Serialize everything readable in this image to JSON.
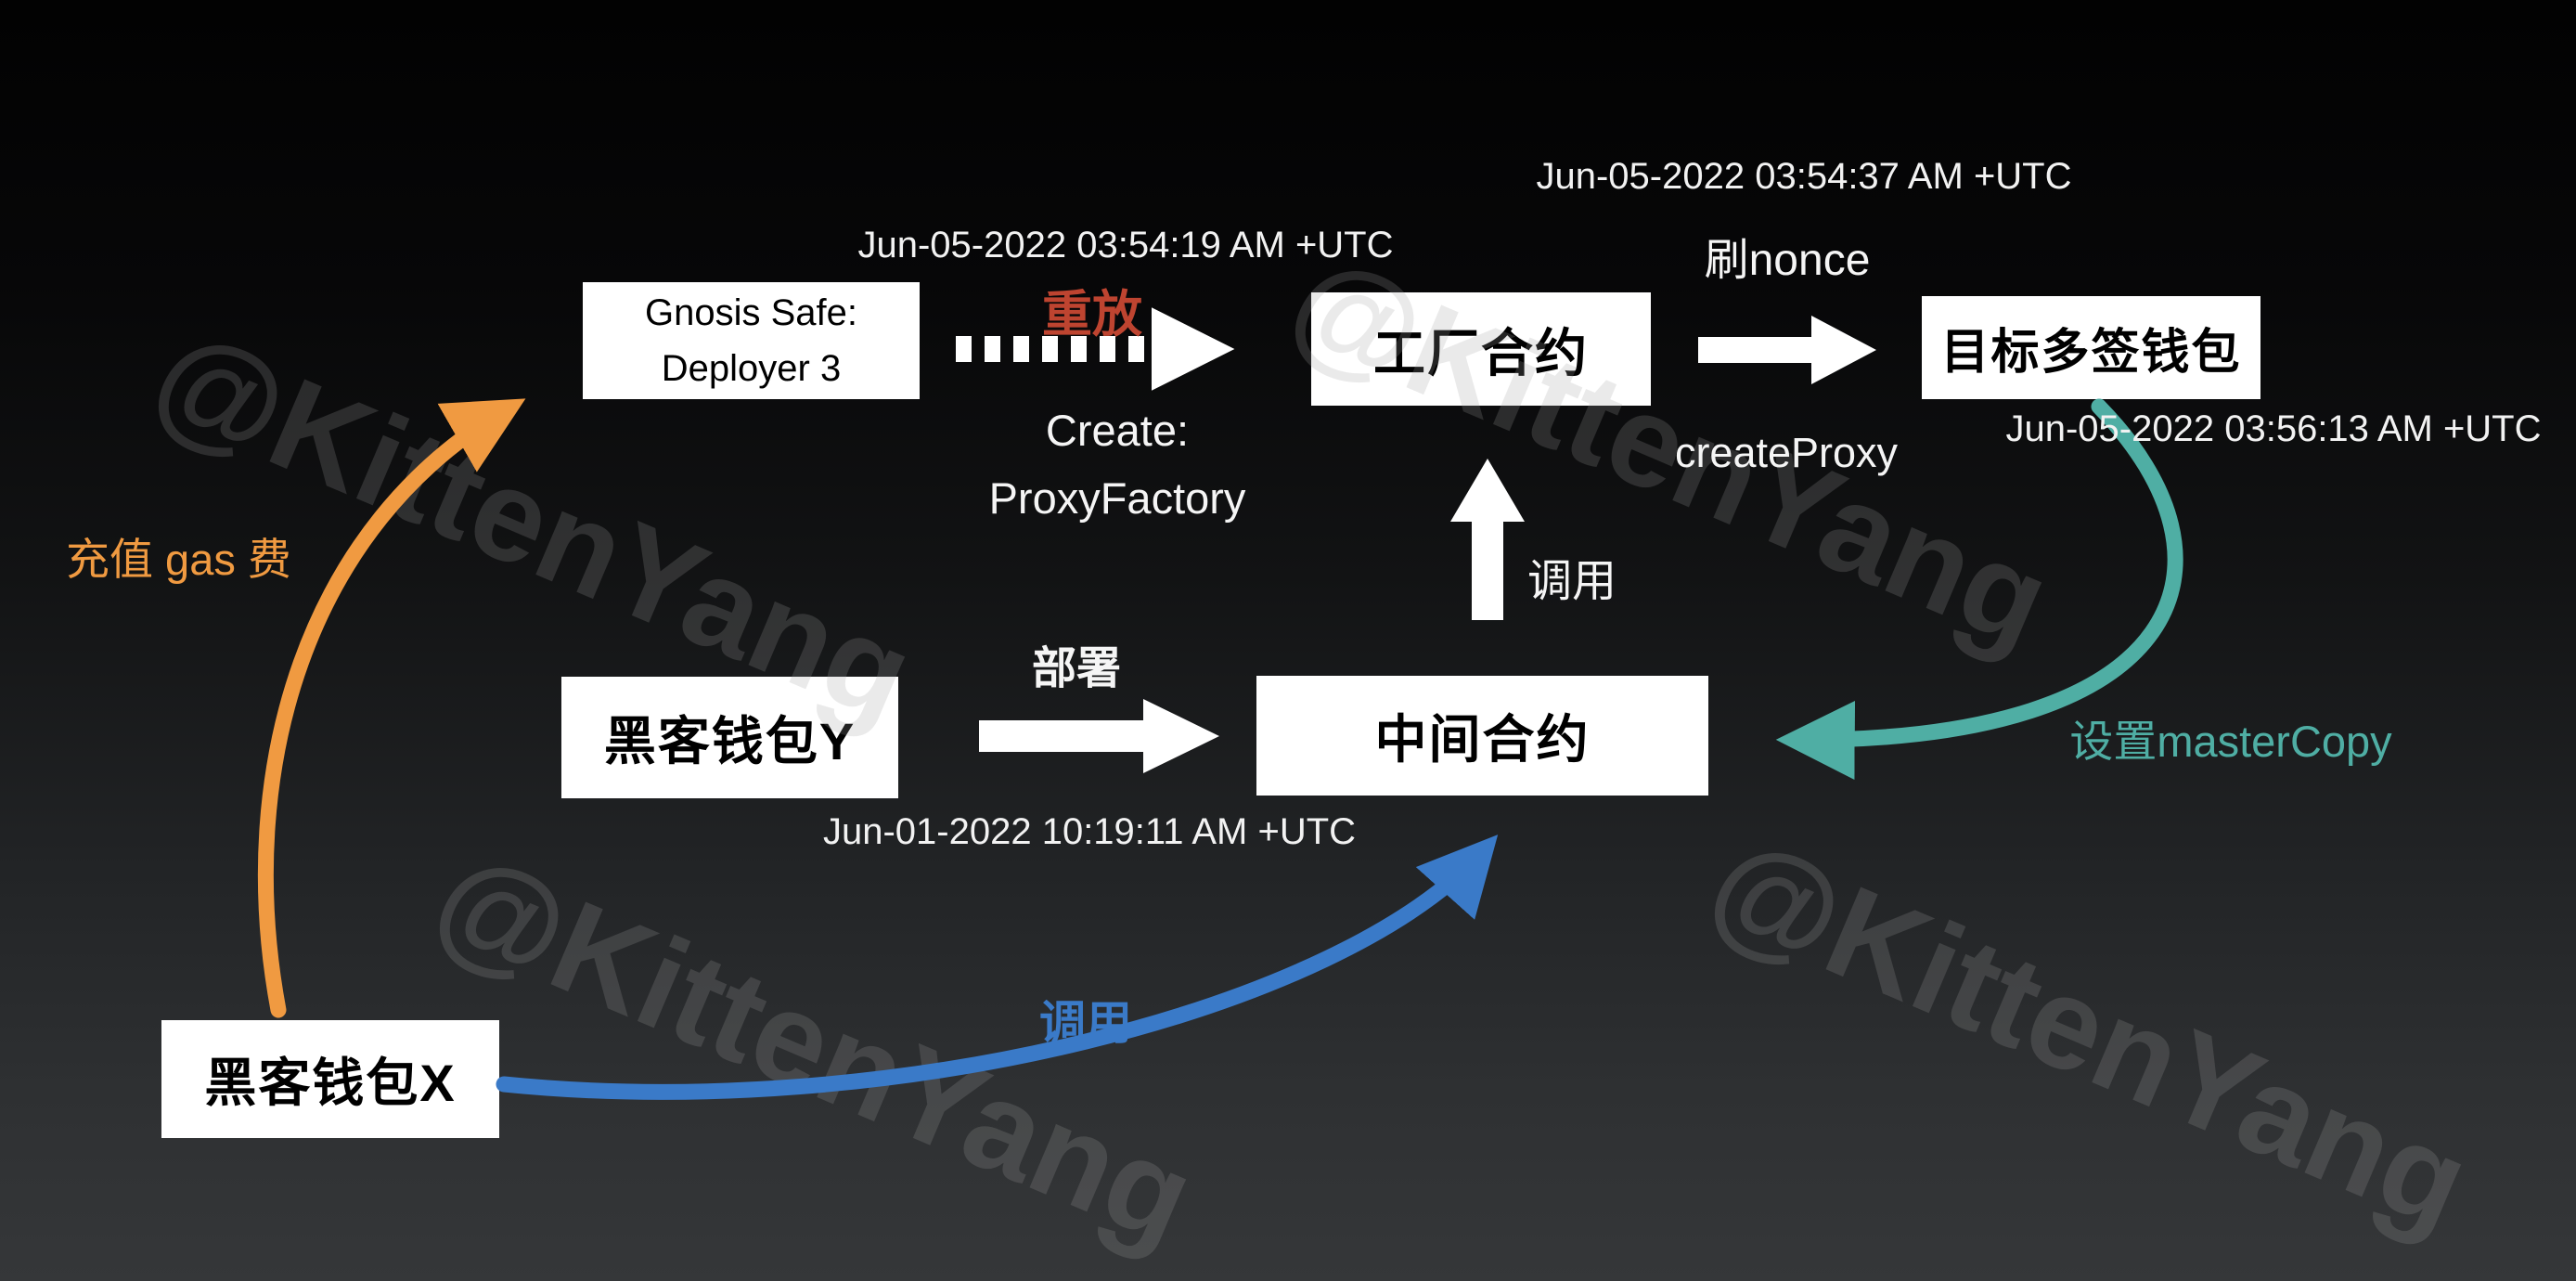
{
  "watermark": {
    "text": "@KittenYang"
  },
  "nodes": {
    "gnosis_deployer": {
      "line1": "Gnosis Safe:",
      "line2": "Deployer 3"
    },
    "factory": {
      "label": "工厂合约"
    },
    "target_multisig": {
      "label": "目标多签钱包"
    },
    "hacker_wallet_y": {
      "label": "黑客钱包Y"
    },
    "intermediate": {
      "label": "中间合约"
    },
    "hacker_wallet_x": {
      "label": "黑客钱包X"
    }
  },
  "edges": {
    "replay": {
      "label": "重放",
      "color": "#BE4430"
    },
    "create_proxy_factory": {
      "line1": "Create:",
      "line2": "ProxyFactory"
    },
    "flush_nonce": {
      "label": "刷nonce"
    },
    "create_proxy": {
      "label": "createProxy"
    },
    "call_up": {
      "label": "调用",
      "color": "#FFFFFF"
    },
    "deploy": {
      "label": "部署"
    },
    "recharge_gas": {
      "label": "充值 gas 费",
      "color": "#F09A41"
    },
    "set_master_copy": {
      "label": "设置masterCopy",
      "color": "#4FAEA4"
    },
    "call_blue": {
      "label": "调用",
      "color": "#3A7AC8"
    }
  },
  "timestamps": {
    "replay_time": "Jun-05-2022 03:54:19 AM +UTC",
    "flush_nonce_time": "Jun-05-2022 03:54:37 AM +UTC",
    "set_master_copy_time": "Jun-05-2022 03:56:13 AM +UTC",
    "deploy_time": "Jun-01-2022 10:19:11 AM +UTC"
  },
  "colors": {
    "background_top": "#020202",
    "background_bottom": "#353739",
    "node_fill": "#FFFFFF",
    "arrow_white": "#FFFFFF",
    "arrow_orange": "#F09A41",
    "arrow_teal": "#4FAEA4",
    "arrow_blue": "#3A7AC8",
    "replay_red": "#BE4430"
  }
}
